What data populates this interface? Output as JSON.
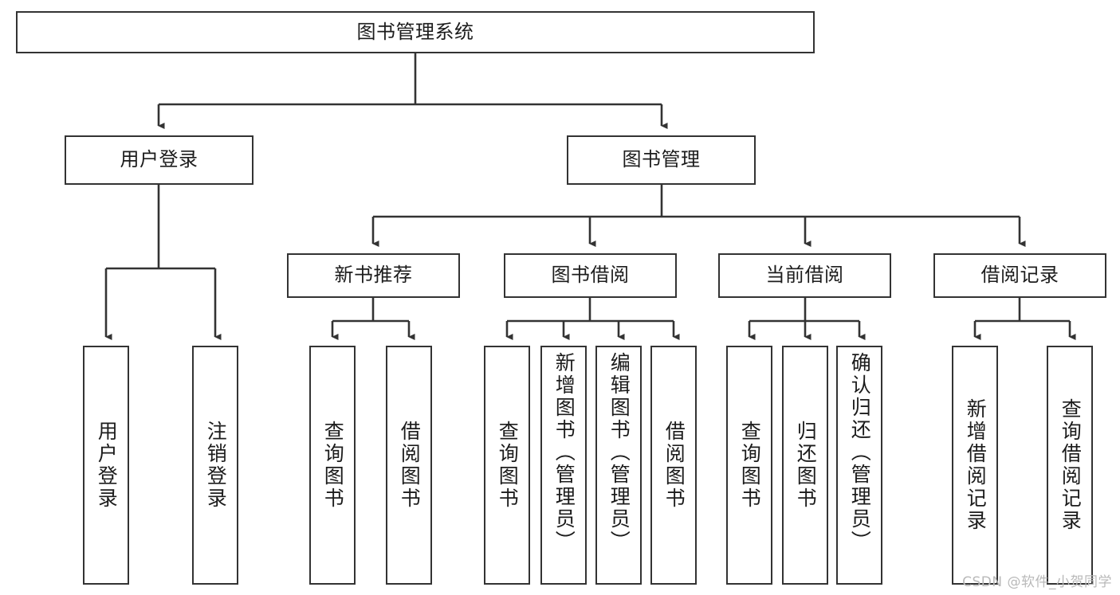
{
  "diagram": {
    "type": "tree",
    "title": "图书管理系统",
    "theme": {
      "background": "#ffffff",
      "box_border": "#333333",
      "box_fill": "#ffffff",
      "text": "#1c1c1c",
      "edge": "#333333",
      "watermark": "#b9b9b9"
    },
    "root": {
      "id": "root",
      "label": "图书管理系统"
    },
    "level2": [
      {
        "id": "user-login",
        "label": "用户登录"
      },
      {
        "id": "book-manage",
        "label": "图书管理"
      }
    ],
    "level3": [
      {
        "id": "new-book-recommend",
        "label": "新书推荐"
      },
      {
        "id": "book-borrow",
        "label": "图书借阅"
      },
      {
        "id": "current-borrow",
        "label": "当前借阅"
      },
      {
        "id": "borrow-record",
        "label": "借阅记录"
      }
    ],
    "leaves": {
      "user_login": [
        {
          "id": "leaf-user-login",
          "label": "用户登录"
        },
        {
          "id": "leaf-logout-login",
          "label": "注销登录"
        }
      ],
      "new_book_recommend": [
        {
          "id": "leaf-query-book-1",
          "label": "查询图书"
        },
        {
          "id": "leaf-borrow-book-1",
          "label": "借阅图书"
        }
      ],
      "book_borrow": [
        {
          "id": "leaf-query-book-2",
          "label": "查询图书"
        },
        {
          "id": "leaf-add-book",
          "label": "新增图书（管理员）"
        },
        {
          "id": "leaf-edit-book",
          "label": "编辑图书（管理员）"
        },
        {
          "id": "leaf-borrow-book-2",
          "label": "借阅图书"
        }
      ],
      "current_borrow": [
        {
          "id": "leaf-query-book-3",
          "label": "查询图书"
        },
        {
          "id": "leaf-return-book",
          "label": "归还图书"
        },
        {
          "id": "leaf-confirm-return",
          "label": "确认归还（管理员）"
        }
      ],
      "borrow_record": [
        {
          "id": "leaf-add-record",
          "label": "新增借阅记录"
        },
        {
          "id": "leaf-query-record",
          "label": "查询借阅记录"
        }
      ]
    }
  },
  "watermark": {
    "text": "CSDN @软件_小贺同学"
  }
}
